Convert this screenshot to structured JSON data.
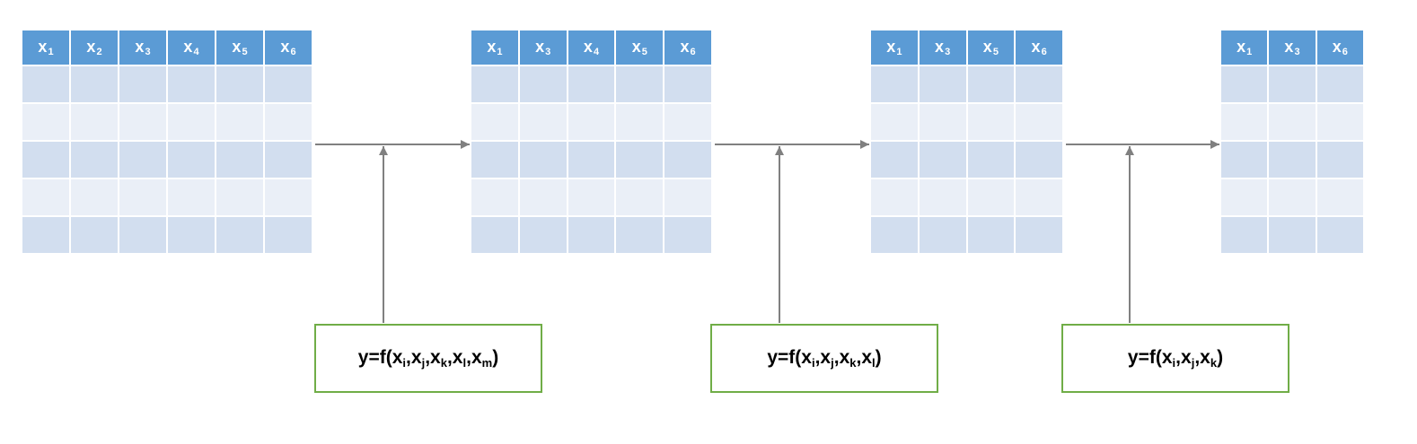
{
  "tables": [
    {
      "columns": [
        "x1",
        "x2",
        "x3",
        "x4",
        "x5",
        "x6"
      ],
      "rows": 5
    },
    {
      "columns": [
        "x1",
        "x3",
        "x4",
        "x5",
        "x6"
      ],
      "rows": 5
    },
    {
      "columns": [
        "x1",
        "x3",
        "x5",
        "x6"
      ],
      "rows": 5
    },
    {
      "columns": [
        "x1",
        "x3",
        "x6"
      ],
      "rows": 5
    }
  ],
  "functions": [
    {
      "label": "y=f(xi,xj,xk,xl,xm)",
      "args": [
        "i",
        "j",
        "k",
        "l",
        "m"
      ]
    },
    {
      "label": "y=f(xi,xj,xk,xl)",
      "args": [
        "i",
        "j",
        "k",
        "l"
      ]
    },
    {
      "label": "y=f(xi,xj,xk)",
      "args": [
        "i",
        "j",
        "k"
      ]
    }
  ],
  "colors": {
    "header": "#5b9bd5",
    "row_dark": "#d2deef",
    "row_light": "#eaeff7",
    "function_border": "#70ad47",
    "arrow": "#808080"
  }
}
